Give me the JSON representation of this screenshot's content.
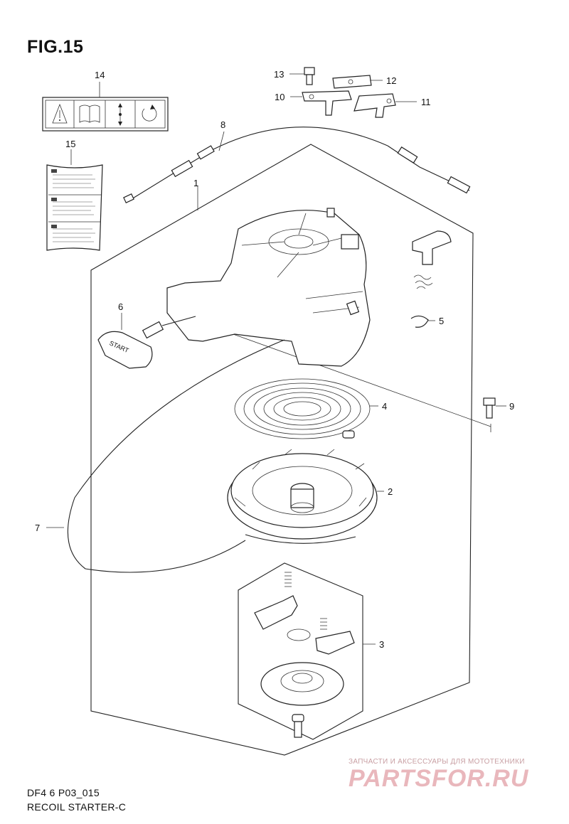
{
  "figure": {
    "title": "FIG.15"
  },
  "callouts": [
    "1",
    "2",
    "3",
    "4",
    "5",
    "6",
    "7",
    "8",
    "9",
    "10",
    "11",
    "12",
    "13",
    "14",
    "15"
  ],
  "handle_text": "START",
  "footer": {
    "code": "DF4 6 P03_015",
    "name": "RECOIL STARTER-C"
  },
  "watermark": {
    "subtitle": "ЗАПЧАСТИ И АКСЕССУАРЫ ДЛЯ МОТОТЕХНИКИ",
    "logo": "PARTSFOR.RU",
    "color": "#e9b7bc"
  },
  "icons": [
    "warning-icon",
    "manual-book-icon",
    "direction-arrows-icon",
    "rotation-icon"
  ]
}
